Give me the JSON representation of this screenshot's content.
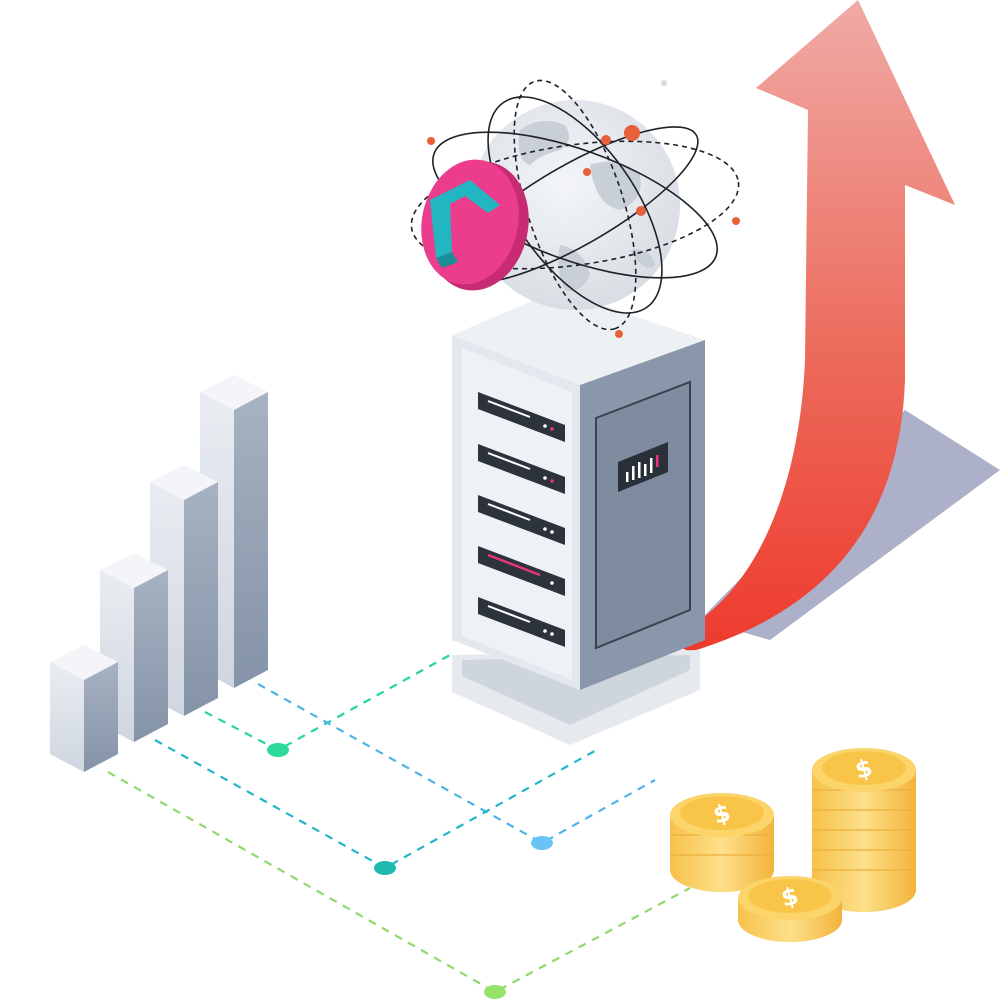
{
  "illustration": {
    "subject": "isometric-server-growth",
    "bar_chart": {
      "bars": 4,
      "trend": "increasing"
    },
    "server": {
      "rack_slots": 5,
      "highlighted_slot": 4,
      "panel_icon": "equalizer-icon"
    },
    "globe": {
      "badge_icon": "arrow-corner-icon"
    },
    "arrow": {
      "direction": "up"
    },
    "coins": {
      "stacks": 3,
      "symbol": "$"
    }
  },
  "colors": {
    "arrow_top": "#f0aaa6",
    "arrow_bottom": "#ee3e32",
    "server_face": "#e3e8ee",
    "server_side": "#8a97aa",
    "badge_pink": "#ec3c8c",
    "badge_teal": "#22b6c2",
    "coin_gold": "#fcc94e",
    "orbit_dot": "#e8603a",
    "node_green": "#2ed99a",
    "node_teal": "#1fb9b0",
    "node_blue": "#6bc3f5",
    "node_lime": "#96e36a"
  }
}
